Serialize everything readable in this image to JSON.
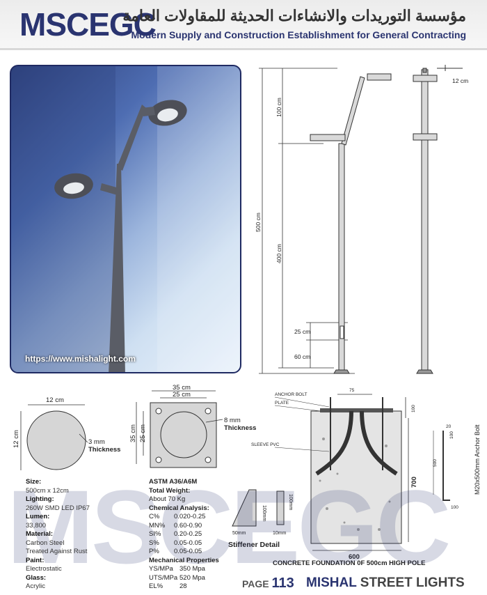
{
  "header": {
    "logo": "MSCEGC",
    "arabic_title": "مؤسسة التوريدات والانشاءات الحديثة للمقاولات العامة",
    "english_title": "Modern Supply and Construction Establishment for General Contracting"
  },
  "photo": {
    "url": "https://www.mishalight.com"
  },
  "elevation": {
    "dim_100": "100 cm",
    "dim_500": "500 cm",
    "dim_400": "400 cm",
    "dim_25": "25 cm",
    "dim_60": "60 cm",
    "dim_12": "12 cm"
  },
  "luminaire": {
    "width": "12 cm",
    "height": "12 cm",
    "thickness": "3 mm\nThickness"
  },
  "baseplate": {
    "outer": "35 cm",
    "inner": "25 cm",
    "outer_v": "35 cm",
    "inner_v": "25 cm",
    "thickness_1": "8 mm",
    "thickness_2": "Thickness"
  },
  "stiffener": {
    "h1": "100mm",
    "h2": "100mm",
    "w1": "50mm",
    "w2": "10mm",
    "title": "Stiffener Detail"
  },
  "foundation": {
    "anchor_bolt": "ANCHOR BOLT",
    "plate": "PLATE",
    "sleeve": "SLEEVE PVC",
    "d75": "75",
    "d100": "100",
    "height": "700",
    "width": "600",
    "title": "CONCRETE FOUNDATION 0F 500cm HIGH POLE"
  },
  "anchor": {
    "label": "M20x500mm Anchor Bolt",
    "d20": "20",
    "d100a": "100",
    "d500": "500",
    "d100b": "100"
  },
  "specs": [
    {
      "k": "Size:",
      "v": "500cm x 12cm"
    },
    {
      "k": "Lighting:",
      "v": "260W SMD LED IP67"
    },
    {
      "k": "Lumen:",
      "v": "33,800"
    },
    {
      "k": "Material:",
      "v": "Carbon Steel\nTreated Against Rust"
    },
    {
      "k": "Paint:",
      "v": "Electrostatic"
    },
    {
      "k": "Glass:",
      "v": "Acrylic"
    }
  ],
  "chem": {
    "astm": "ASTM A36/A6M",
    "weight_label": "Total Weight:",
    "weight": "About 70 Kg",
    "chem_label": "Chemical Analysis:",
    "rows": [
      [
        "C%",
        "0.020-0.25"
      ],
      [
        "MN%",
        "0.60-0.90"
      ],
      [
        "SI%",
        "0.20-0.25"
      ],
      [
        "S%",
        "0.05-0.05"
      ],
      [
        "P%",
        "0.05-0.05"
      ]
    ],
    "mech_label": "Mechanical Properties",
    "mech": [
      [
        "YS/MPa",
        "350 Mpa"
      ],
      [
        "UTS/MPa",
        "520 Mpa"
      ],
      [
        "EL%",
        "28"
      ]
    ]
  },
  "watermark": "MSCEGC",
  "footer": {
    "page_label": "PAGE",
    "page_number": "113",
    "brand_1": "MISHAL",
    "brand_2": "STREET LIGHTS"
  }
}
